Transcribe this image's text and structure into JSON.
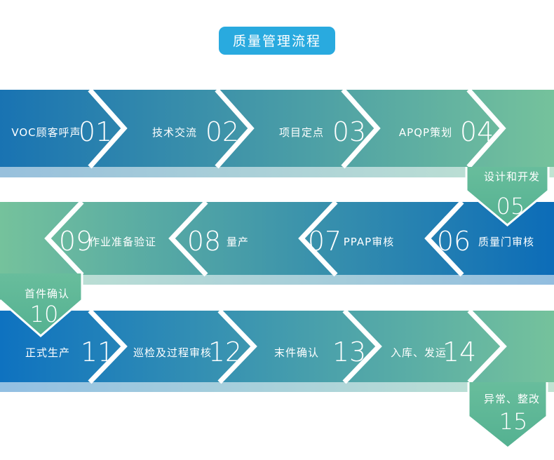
{
  "title": {
    "label": "质量管理流程"
  },
  "colors": {
    "badge": "#29aadf",
    "row1_left": "#1973b2",
    "row1_right": "#75c29c",
    "row2_left": "#75c29c",
    "row2_right": "#0c6cb8",
    "row3_left": "#0e72c0",
    "row3_right": "#75c29c",
    "pentagon_top": "#68bd9c",
    "pentagon_bottom": "#54b191",
    "text": "#ffffff"
  },
  "steps": [
    {
      "num": "01",
      "label": "VOC顾客呼声"
    },
    {
      "num": "02",
      "label": "技术交流"
    },
    {
      "num": "03",
      "label": "项目定点"
    },
    {
      "num": "04",
      "label": "APQP策划"
    },
    {
      "num": "05",
      "label": "设计和开发"
    },
    {
      "num": "06",
      "label": "质量门审核"
    },
    {
      "num": "07",
      "label": "PPAP审核"
    },
    {
      "num": "08",
      "label": "量产"
    },
    {
      "num": "09",
      "label": "作业准备验证"
    },
    {
      "num": "10",
      "label": "首件确认"
    },
    {
      "num": "11",
      "label": "正式生产"
    },
    {
      "num": "12",
      "label": "巡检及过程审核"
    },
    {
      "num": "13",
      "label": "末件确认"
    },
    {
      "num": "14",
      "label": "入库、发运"
    },
    {
      "num": "15",
      "label": "异常、整改"
    }
  ]
}
